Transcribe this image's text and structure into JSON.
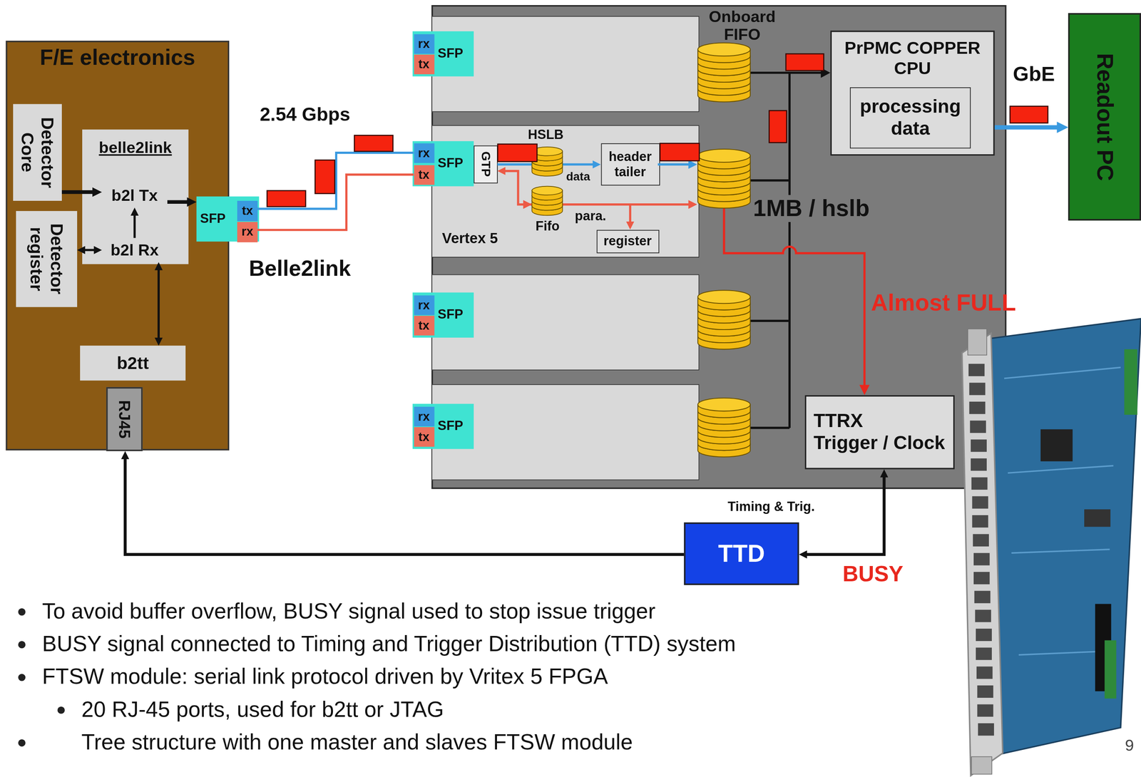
{
  "diagram": {
    "nodes": [
      {
        "text": [
          "F/E electronics"
        ]
      },
      {
        "text": [
          "Detector Core"
        ],
        "in": 0
      },
      {
        "text": [
          "belle2link"
        ],
        "in": 0
      },
      {
        "text": [
          "b2l Tx"
        ],
        "in": 2
      },
      {
        "text": [
          "b2l Rx"
        ],
        "in": 2
      },
      {
        "text": [
          "Detector register"
        ],
        "in": 0
      },
      {
        "text": [
          "b2tt"
        ],
        "in": 0
      },
      {
        "text": [
          "RJ45"
        ],
        "in": 0
      },
      {
        "text": [
          "SFP"
        ],
        "in": 0
      },
      {
        "text": [
          "tx"
        ],
        "in": 8
      },
      {
        "text": [
          "rx"
        ],
        "in": 8
      },
      {
        "text": [
          "Onboard FIFO",
          "1MB / hslb",
          "Almost FULL"
        ]
      },
      {
        "text": [],
        "in": 11
      },
      {
        "text": [
          "SFP"
        ],
        "in": 12
      },
      {
        "text": [
          "rx"
        ],
        "in": 13
      },
      {
        "text": [
          "tx"
        ],
        "in": 13
      },
      {
        "text": [
          "HSLB",
          "Vertex 5"
        ],
        "in": 11
      },
      {
        "text": [
          "SFP"
        ],
        "in": 16
      },
      {
        "text": [
          "rx"
        ],
        "in": 17
      },
      {
        "text": [
          "tx"
        ],
        "in": 17
      },
      {
        "text": [
          "GTP"
        ],
        "in": 16
      },
      {
        "text": [
          "header tailer"
        ],
        "in": 16
      },
      {
        "text": [
          "register"
        ],
        "in": 16
      },
      {
        "text": [],
        "in": 11
      },
      {
        "text": [
          "SFP"
        ],
        "in": 23
      },
      {
        "text": [
          "rx"
        ],
        "in": 24
      },
      {
        "text": [
          "tx"
        ],
        "in": 24
      },
      {
        "text": [],
        "in": 11
      },
      {
        "text": [
          "SFP"
        ],
        "in": 27
      },
      {
        "text": [
          "rx"
        ],
        "in": 28
      },
      {
        "text": [
          "tx"
        ],
        "in": 28
      },
      {
        "text": [
          "PrPMC COPPER CPU"
        ],
        "in": 11
      },
      {
        "text": [
          "processing data"
        ],
        "in": 31
      },
      {
        "text": [
          "TTRX",
          "Trigger / Clock"
        ],
        "in": 11
      },
      {
        "text": [
          "Readout PC"
        ]
      },
      {
        "text": [
          "TTD"
        ]
      }
    ],
    "edges": [
      {
        "from": 1,
        "to": 3,
        "arrow": "to"
      },
      {
        "from": 4,
        "to": 3,
        "arrow": "to"
      },
      {
        "from": 5,
        "to": 4,
        "arrow": "both"
      },
      {
        "from": 3,
        "to": 8,
        "arrow": "to"
      },
      {
        "from": 4,
        "to": 6,
        "arrow": "both"
      },
      {
        "from": 9,
        "to": 18,
        "arrow": "none"
      },
      {
        "from": 19,
        "to": 10,
        "arrow": "none"
      },
      {
        "from": 20,
        "to": 21,
        "arrow": "to"
      },
      {
        "from": 20,
        "to": 22,
        "arrow": "both"
      },
      {
        "from": 31,
        "to": 34,
        "arrow": "to"
      },
      {
        "from": 35,
        "to": 7,
        "arrow": "to"
      },
      {
        "from": 33,
        "to": 35,
        "arrow": "both"
      }
    ],
    "labels": [
      "2.54 Gbps",
      "Belle2link",
      "data",
      "para.",
      "Fifo",
      "GbE",
      "Timing & Trig.",
      "BUSY",
      "To avoid buffer overflow, BUSY signal used to stop issue trigger",
      "BUSY signal connected to Timing and Trigger Distribution (TTD) system",
      "FTSW module: serial link protocol driven by Vritex 5 FPGA",
      "20 RJ-45 ports, used for b2tt or JTAG",
      "Tree structure with one master and slaves FTSW module",
      "9"
    ]
  }
}
